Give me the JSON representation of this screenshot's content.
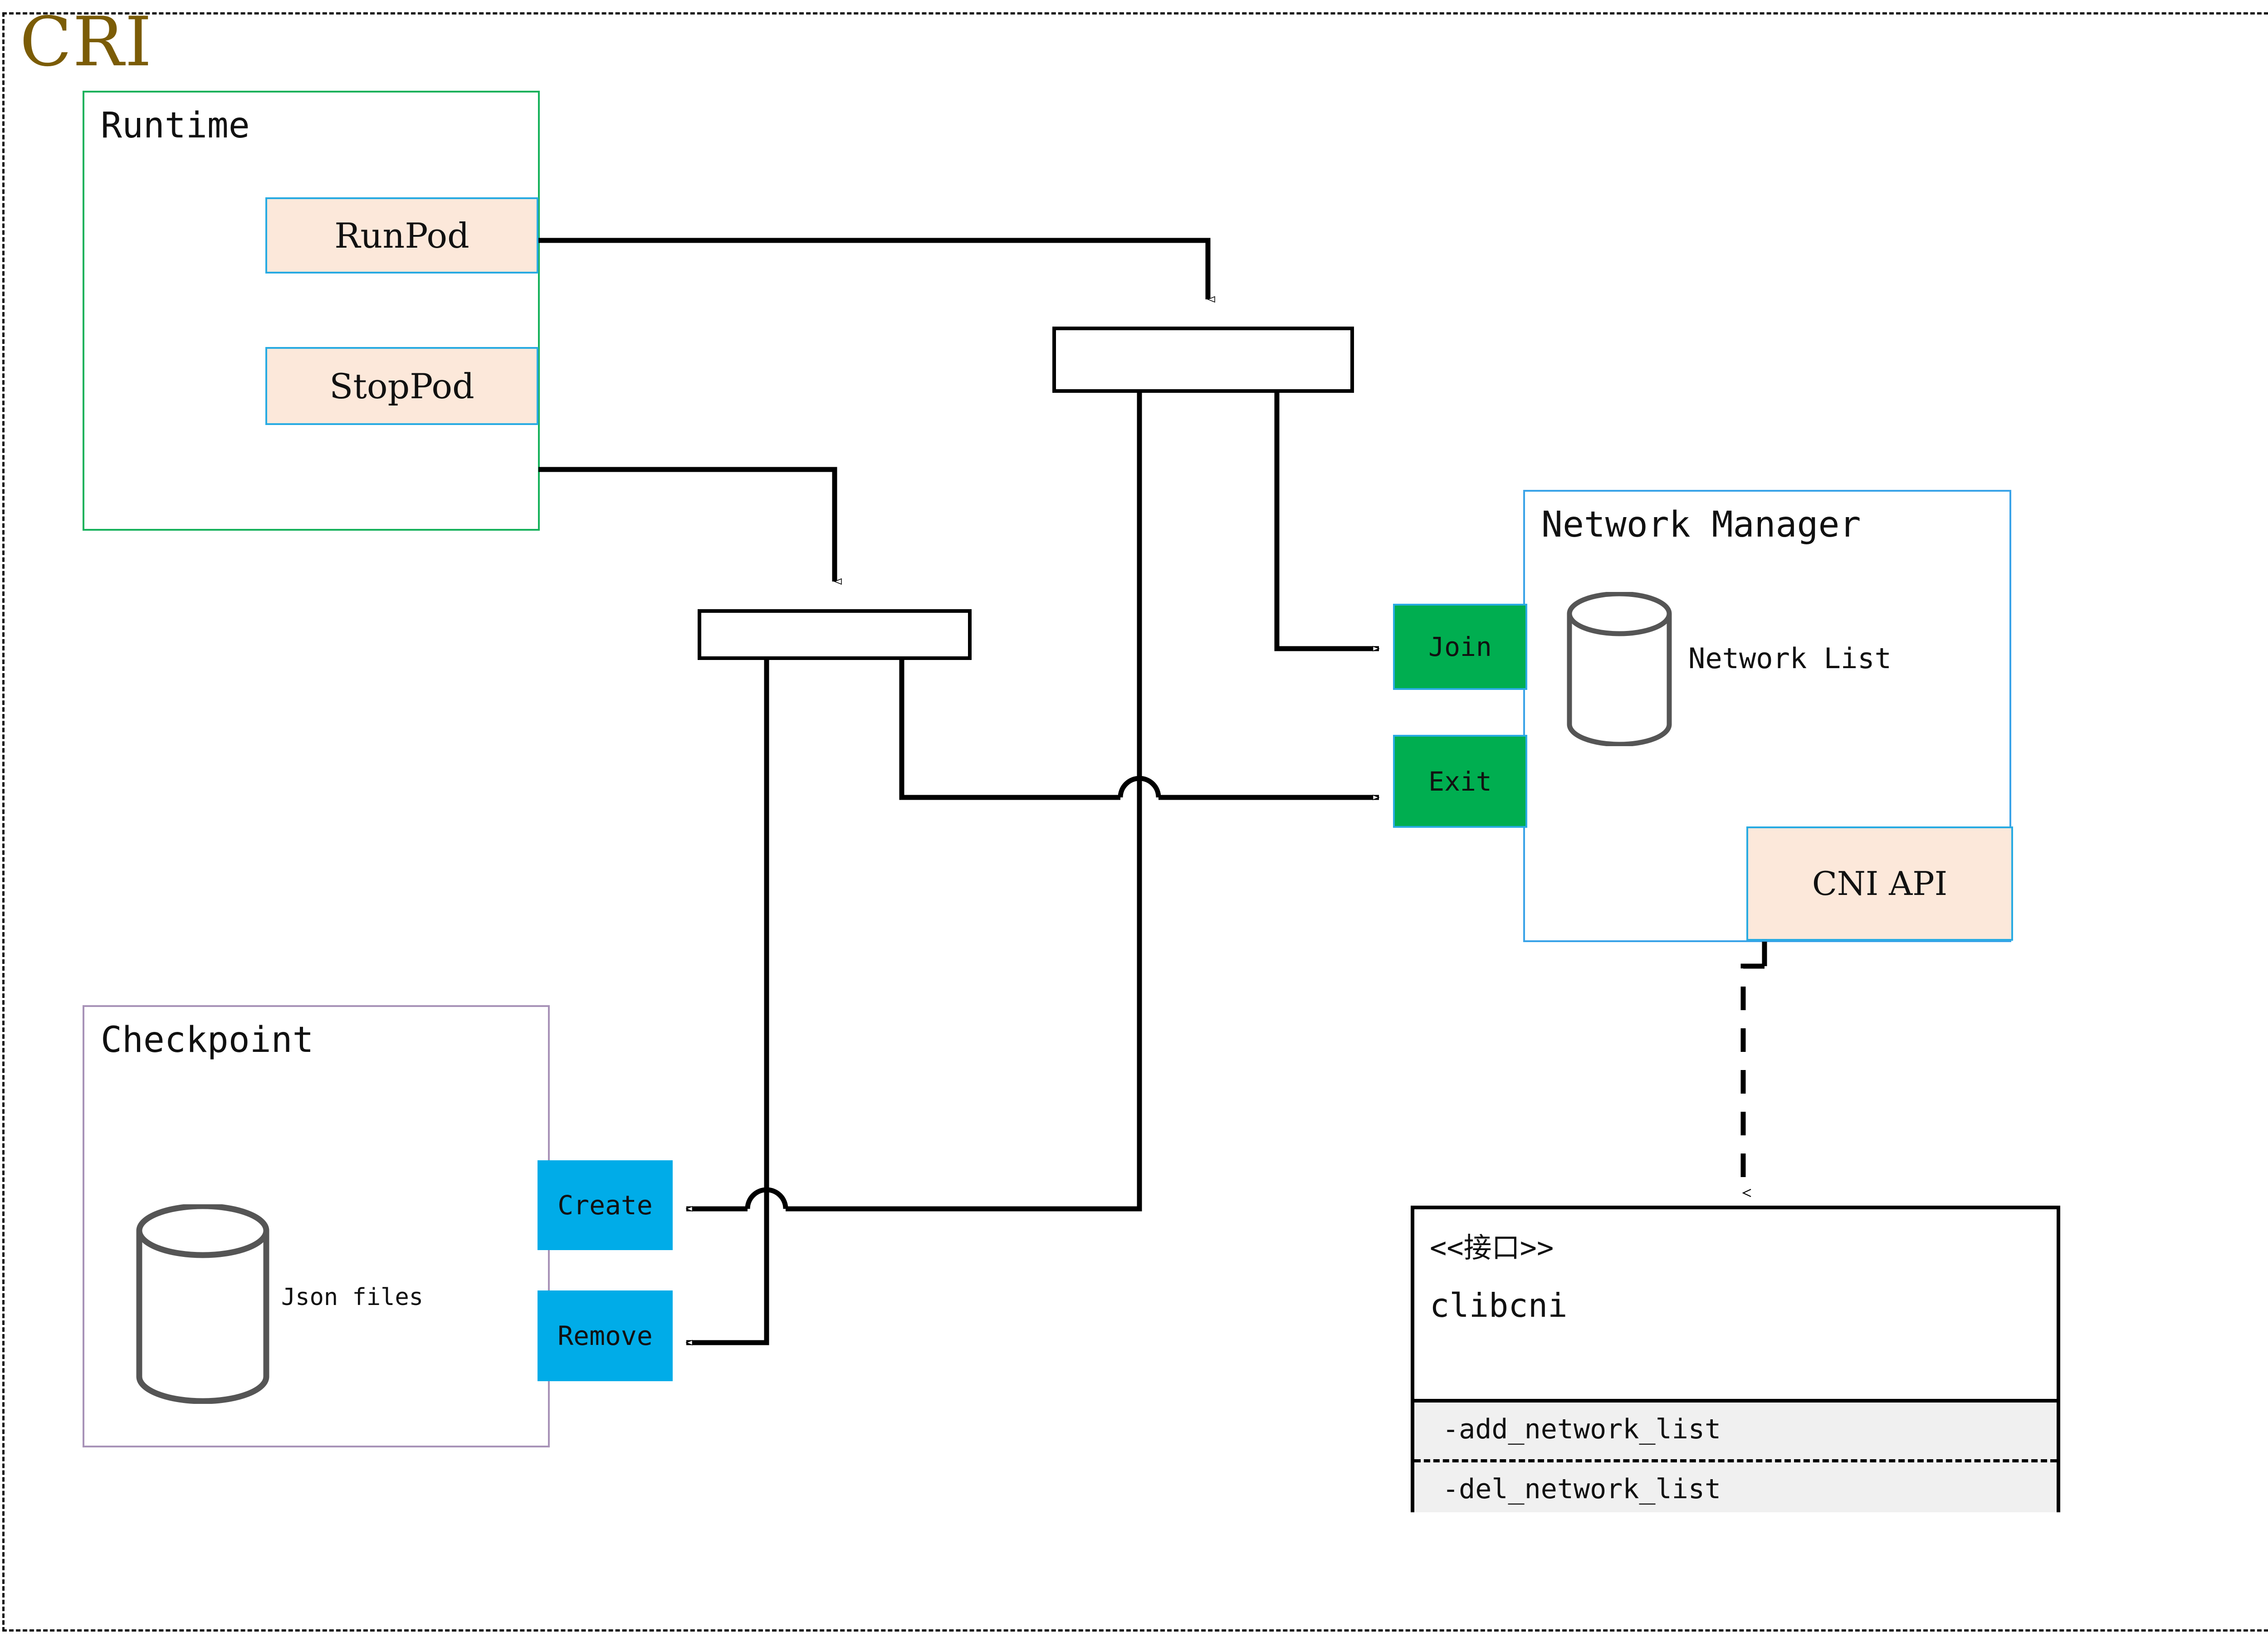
{
  "diagram": {
    "title": "CRI",
    "title_color": "#7b5c06",
    "frame_style": "dashed"
  },
  "groups": [
    {
      "id": "runtime",
      "label": "Runtime",
      "border_color": "#18b25c"
    },
    {
      "id": "checkpoint",
      "label": "Checkpoint",
      "border_color": "#a893b8"
    },
    {
      "id": "netmgr",
      "label": "Network Manager",
      "border_color": "#3aa3e8"
    }
  ],
  "nodes": {
    "runpod": {
      "label": "RunPod",
      "fill": "#fce8da",
      "border": "#29abe2"
    },
    "stoppod": {
      "label": "StopPod",
      "fill": "#fce8da",
      "border": "#29abe2"
    },
    "join": {
      "label": "Join",
      "fill": "#00ae50",
      "border": "#29abe2"
    },
    "exit": {
      "label": "Exit",
      "fill": "#00ae50",
      "border": "#29abe2"
    },
    "create": {
      "label": "Create",
      "fill": "#00ace8",
      "border": "#00ace8"
    },
    "remove": {
      "label": "Remove",
      "fill": "#00ace8",
      "border": "#00ace8"
    },
    "cniapi": {
      "label": "CNI API",
      "fill": "#fce8da",
      "border": "#29abe2"
    }
  },
  "datastores": {
    "network_list": {
      "caption": "Network List",
      "color": "#555555"
    },
    "json_files": {
      "caption": "Json files",
      "color": "#555555"
    }
  },
  "interface": {
    "stereotype": "<<接口>>",
    "name": "clibcni",
    "operations": [
      "-add_network_list",
      "-del_network_list"
    ],
    "ops_background": "#f0f0f0"
  },
  "connectors": {
    "fork_top": {
      "label": ""
    },
    "fork_bottom": {
      "label": ""
    }
  }
}
